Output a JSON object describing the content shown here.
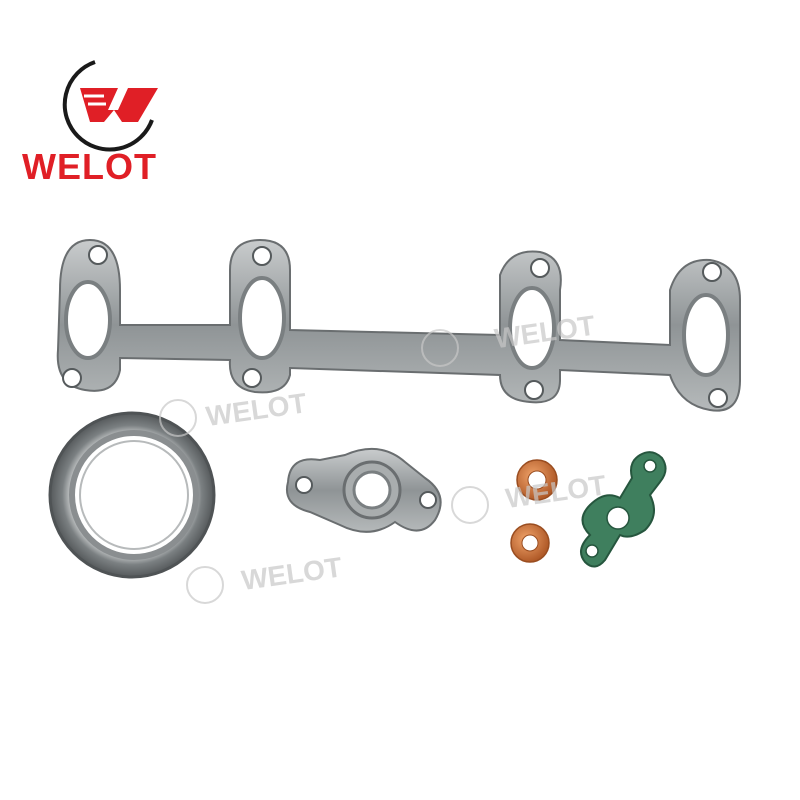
{
  "brand": {
    "name": "WELOT",
    "color": "#e01f26",
    "ring_color": "#1a1a1a"
  },
  "watermark": {
    "text": "WELOT",
    "color": "#c8c8c8"
  },
  "parts": {
    "manifold_gasket": {
      "color": "#9ea2a3",
      "ports": 4
    },
    "ring_gasket": {
      "color": "#8e9294"
    },
    "flange_gasket": {
      "color": "#9a9c9e"
    },
    "copper_washers": {
      "color": "#c8743c",
      "count": 2
    },
    "fiber_gasket": {
      "color": "#3a7a5a"
    }
  }
}
